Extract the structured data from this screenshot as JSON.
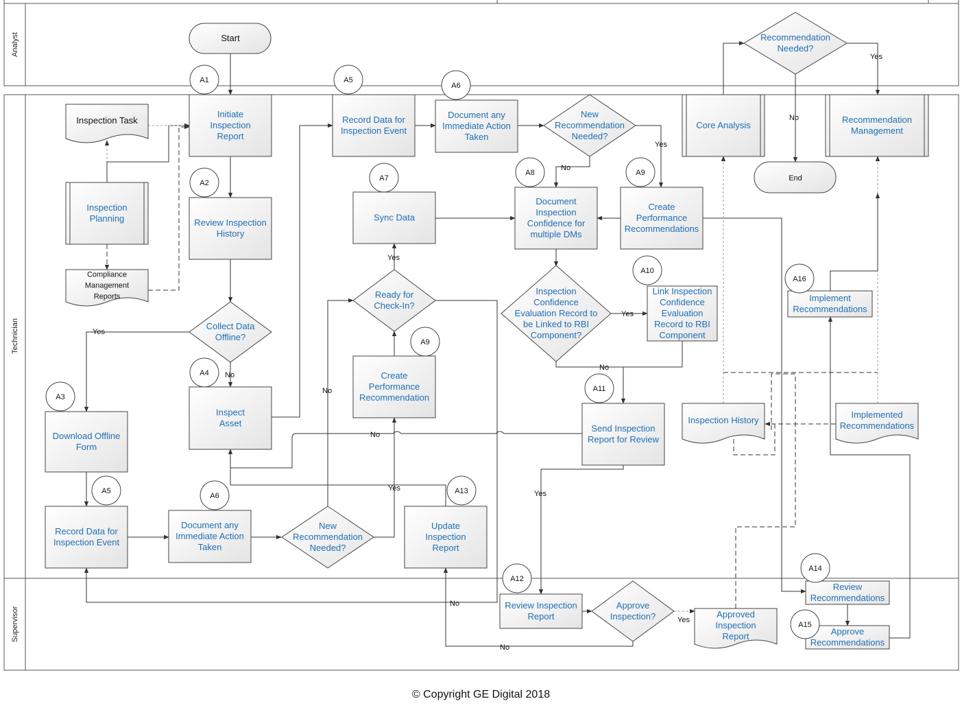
{
  "lanes": [
    {
      "id": "analyst",
      "label": "Analyst"
    },
    {
      "id": "technician",
      "label": "Technician"
    },
    {
      "id": "supervisor",
      "label": "Supervisor"
    }
  ],
  "nodes": {
    "start": "Start",
    "end": "End",
    "inspection_task": "Inspection Task",
    "inspection_planning": "Inspection Planning",
    "compliance_reports": "Compliance Management Reports",
    "initiate_report": "Initiate Inspection Report",
    "review_history": "Review Inspection History",
    "collect_offline": "Collect Data Offline?",
    "download_form": "Download Offline Form",
    "record_data_a5_low": "Record Data for Inspection Event",
    "document_action_a6_low": "Document any Immediate Action Taken",
    "new_rec_needed_low": "New Recommendation Needed?",
    "inspect_asset": "Inspect Asset",
    "record_data_a5_top": "Record Data for Inspection Event",
    "document_action_a6_top": "Document any Immediate Action Taken",
    "new_rec_needed_top": "New Recommendation Needed?",
    "sync_data": "Sync Data",
    "ready_checkin": "Ready for Check-In?",
    "create_perf_rec_a9_mid": "Create Performance Recommendation",
    "update_report": "Update Inspection Report",
    "document_confidence": "Document Inspection Confidence for multiple DMs",
    "create_perf_recs_a9_top": "Create Performance Recommendations",
    "confidence_linked": "Inspection Confidence Evaluation Record to be Linked to RBI Component?",
    "link_confidence": "Link Inspection Confidence Evaluation Record to RBI Component",
    "send_report": "Send Inspection Report for Review",
    "core_analysis": "Core Analysis",
    "rec_needed_analyst": "Recommendation Needed?",
    "rec_management": "Recommendation Management",
    "inspection_history": "Inspection History",
    "implemented_recs": "Implemented Recommendations",
    "implement_recs": "Implement Recommendations",
    "review_report": "Review Inspection Report",
    "approve_inspection": "Approve Inspection?",
    "approved_report": "Approved Inspection Report",
    "review_recs": "Review Recommendations",
    "approve_recs": "Approve Recommendations"
  },
  "badges": {
    "a1": "A1",
    "a2": "A2",
    "a3": "A3",
    "a4": "A4",
    "a5_top": "A5",
    "a5_low": "A5",
    "a6_top": "A6",
    "a6_low": "A6",
    "a7": "A7",
    "a8": "A8",
    "a9_top": "A9",
    "a9_mid": "A9",
    "a10": "A10",
    "a11": "A11",
    "a12": "A12",
    "a13": "A13",
    "a14": "A14",
    "a15": "A15",
    "a16": "A16"
  },
  "edge_labels": {
    "yes": "Yes",
    "no": "No"
  },
  "footer": {
    "copyright": "© Copyright GE Digital 2018"
  }
}
